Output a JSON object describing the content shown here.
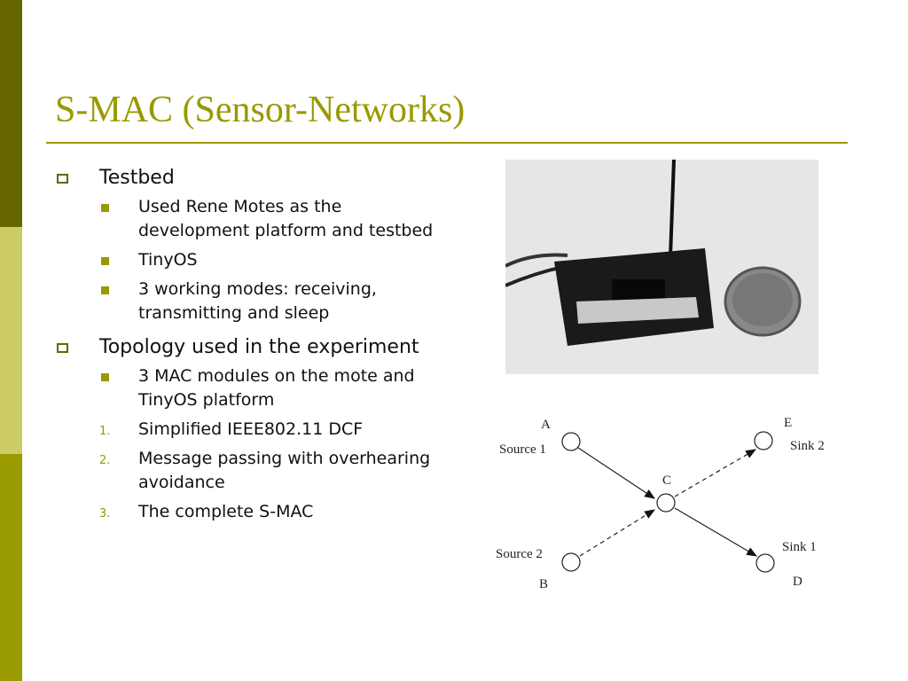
{
  "slide": {
    "title": "S-MAC (Sensor-Networks)",
    "colors": {
      "accent": "#999900",
      "dark": "#666600",
      "light": "#cccc66"
    },
    "bullets": [
      {
        "text": "Testbed",
        "children": [
          {
            "marker": "square",
            "text": "Used Rene Motes as the development platform and testbed"
          },
          {
            "marker": "square",
            "text": "TinyOS"
          },
          {
            "marker": "square",
            "text": "3 working modes: receiving, transmitting and sleep"
          }
        ]
      },
      {
        "text": "Topology used in the experiment",
        "children": [
          {
            "marker": "square",
            "text": "3 MAC modules on the mote and TinyOS platform"
          },
          {
            "marker": "1.",
            "text": "Simplified IEEE802.11 DCF"
          },
          {
            "marker": "2.",
            "text": "Message passing with overhearing avoidance"
          },
          {
            "marker": "3.",
            "text": "The complete S-MAC"
          }
        ]
      }
    ],
    "photo": {
      "description": "Rene mote circuit board next to a penny"
    },
    "diagram": {
      "nodes": [
        {
          "id": "A",
          "label": "Source 1"
        },
        {
          "id": "B",
          "label": "Source 2"
        },
        {
          "id": "C",
          "label": ""
        },
        {
          "id": "D",
          "label": "Sink 1"
        },
        {
          "id": "E",
          "label": "Sink 2"
        }
      ],
      "edges": [
        {
          "from": "A",
          "to": "C",
          "style": "solid"
        },
        {
          "from": "B",
          "to": "C",
          "style": "dashed"
        },
        {
          "from": "C",
          "to": "D",
          "style": "solid"
        },
        {
          "from": "C",
          "to": "E",
          "style": "dashed"
        }
      ]
    }
  }
}
